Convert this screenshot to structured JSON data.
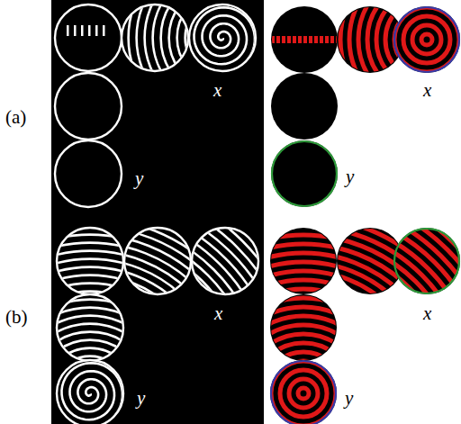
{
  "diagram": {
    "labels": [
      "(a)",
      "x",
      "y",
      "x",
      "y",
      "(b)",
      "x",
      "y",
      "x",
      "y"
    ]
  }
}
